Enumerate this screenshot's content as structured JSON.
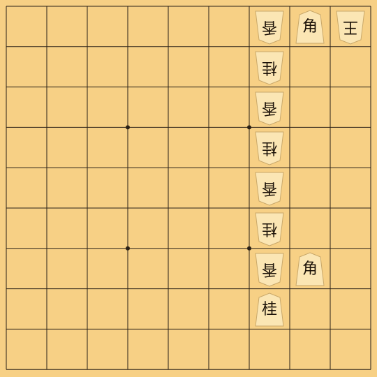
{
  "board": {
    "files": 9,
    "ranks": 9
  },
  "colors": {
    "board": "#f7d085",
    "line": "#2a2016",
    "piece_face": "#fbe6b4",
    "piece_edge": "#c9a86a",
    "text": "#1c1208"
  },
  "pieces": [
    {
      "id": "gote-king",
      "label": "王",
      "name": "king",
      "owner": "gote",
      "col": 8,
      "row": 0
    },
    {
      "id": "sente-bishop-top",
      "label": "角",
      "name": "bishop",
      "owner": "sente",
      "col": 7,
      "row": 0
    },
    {
      "id": "gote-lance-1",
      "label": "香",
      "name": "lance",
      "owner": "gote",
      "col": 6,
      "row": 0
    },
    {
      "id": "gote-knight-1",
      "label": "桂",
      "name": "knight",
      "owner": "gote",
      "col": 6,
      "row": 1
    },
    {
      "id": "gote-lance-2",
      "label": "香",
      "name": "lance",
      "owner": "gote",
      "col": 6,
      "row": 2
    },
    {
      "id": "gote-knight-2",
      "label": "桂",
      "name": "knight",
      "owner": "gote",
      "col": 6,
      "row": 3
    },
    {
      "id": "gote-lance-3",
      "label": "香",
      "name": "lance",
      "owner": "gote",
      "col": 6,
      "row": 4
    },
    {
      "id": "gote-knight-3",
      "label": "桂",
      "name": "knight",
      "owner": "gote",
      "col": 6,
      "row": 5
    },
    {
      "id": "gote-lance-4",
      "label": "香",
      "name": "lance",
      "owner": "gote",
      "col": 6,
      "row": 6
    },
    {
      "id": "sente-bishop-bottom",
      "label": "角",
      "name": "bishop",
      "owner": "sente",
      "col": 7,
      "row": 6
    },
    {
      "id": "sente-knight",
      "label": "桂",
      "name": "knight",
      "owner": "sente",
      "col": 6,
      "row": 7
    }
  ]
}
